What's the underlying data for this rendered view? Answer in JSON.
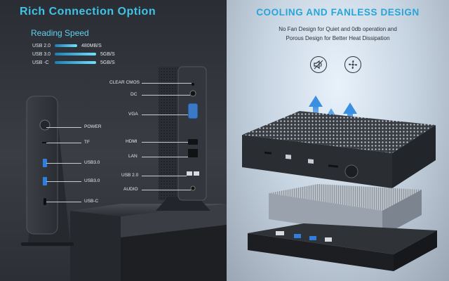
{
  "left_panel": {
    "title": "Rich Connection Option",
    "reading_speed": {
      "title": "Reading Speed",
      "rows": [
        {
          "label": "USB 2.0",
          "value": "480MB/S",
          "fraction": 0.52
        },
        {
          "label": "USB 3.0",
          "value": "5GB/S",
          "fraction": 0.95
        },
        {
          "label": "USB -C",
          "value": "5GB/S",
          "fraction": 0.95
        }
      ]
    },
    "front_ports": {
      "power": "POWER",
      "tf": "TF",
      "usb3_a": "USB3.0",
      "usb3_b": "USB3.0",
      "usb_c": "USB-C"
    },
    "rear_ports": {
      "clear_cmos": "CLEAR CMOS",
      "dc": "DC",
      "vga": "VGA",
      "hdmi": "HDMI",
      "lan": "LAN",
      "usb2": "USB 2.0",
      "audio": "AUDIO"
    }
  },
  "right_panel": {
    "title": "COOLING AND FANLESS DESIGN",
    "subtitle_line1": "No Fan Design for Quiet and 0db operation and",
    "subtitle_line2": "Porous Design for Better Heat Dissipation",
    "icons": [
      "speaker-mute-icon",
      "fan-off-icon"
    ]
  },
  "colors": {
    "accent": "#3fc3e6",
    "cool_title": "#27a5d8",
    "arrow_blue": "#3a8fe0",
    "usb3_blue": "#2f7fe0"
  }
}
